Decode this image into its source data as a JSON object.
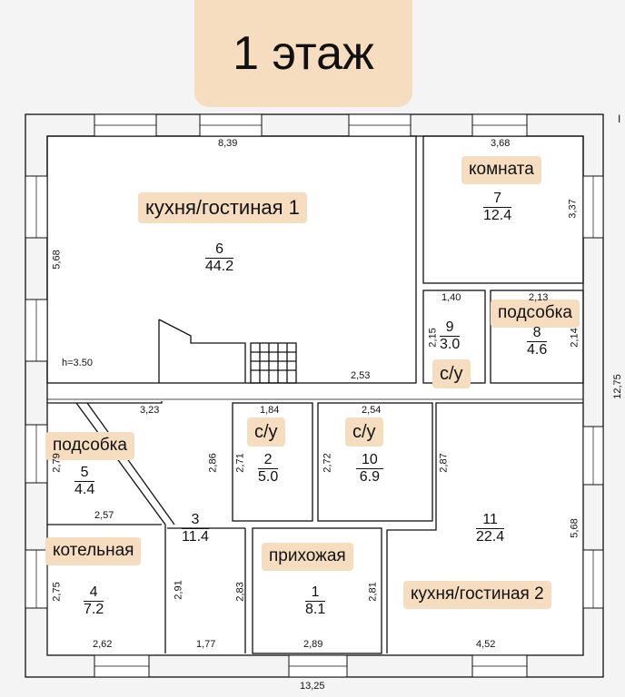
{
  "title": "1 этаж",
  "labels": {
    "kitchen1": "кухня/гостиная 1",
    "room": "комната",
    "storage1": "подсобка",
    "storage2": "подсобка",
    "wc1": "с/у",
    "wc2": "с/у",
    "wc3": "с/у",
    "boiler": "котельная",
    "hall": "прихожая",
    "kitchen2": "кухня/гостиная 2"
  },
  "rooms": [
    {
      "id": "6",
      "area": "44.2"
    },
    {
      "id": "7",
      "area": "12.4"
    },
    {
      "id": "9",
      "area": "3.0"
    },
    {
      "id": "8",
      "area": "4.6"
    },
    {
      "id": "5",
      "area": "4.4"
    },
    {
      "id": "3",
      "area": "11.4"
    },
    {
      "id": "2",
      "area": "5.0"
    },
    {
      "id": "10",
      "area": "6.9"
    },
    {
      "id": "11",
      "area": "22.4"
    },
    {
      "id": "4",
      "area": "7.2"
    },
    {
      "id": "1",
      "area": "8.1"
    }
  ],
  "dimensions": {
    "d839": "8,39",
    "d368": "3,68",
    "d568a": "5,68",
    "d337": "3,37",
    "h350": "h=3.50",
    "d253": "2,53",
    "d140": "1,40",
    "d213": "2,13",
    "d215": "2,15",
    "d214": "2,14",
    "d323": "3,23",
    "d184": "1,84",
    "d254": "2,54",
    "d279": "2,79",
    "d286": "2,86",
    "d271": "2,71",
    "d272": "2,72",
    "d287": "2,87",
    "d568b": "5,68",
    "d257": "2,57",
    "d275": "2,75",
    "d291": "2,91",
    "d283": "2,83",
    "d281": "2,81",
    "d262": "2,62",
    "d177": "1,77",
    "d289": "2,89",
    "d452": "4,52",
    "d1325": "13,25",
    "d1275": "12,75"
  },
  "edge_char": "I"
}
